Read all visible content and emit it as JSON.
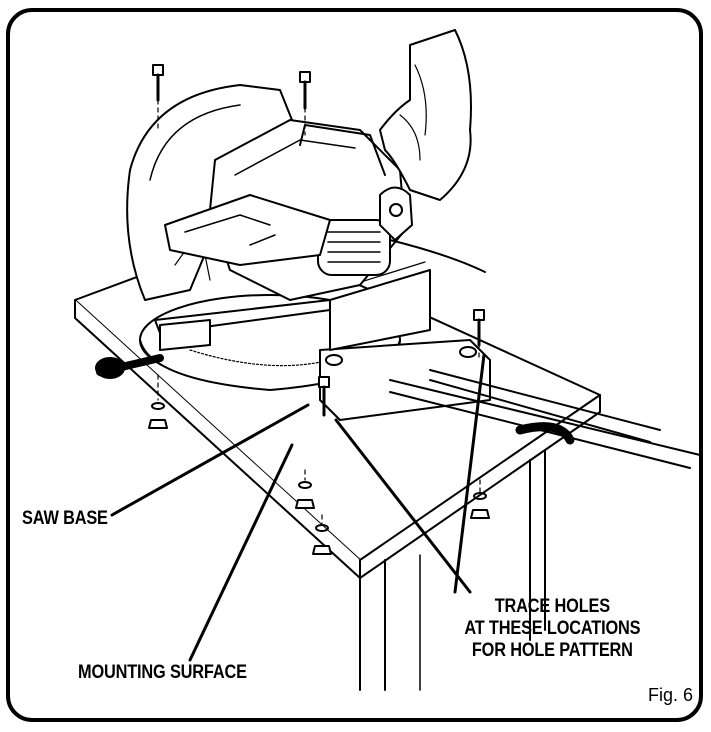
{
  "labels": {
    "saw_base": "SAW BASE",
    "mounting_surface": "MOUNTING SURFACE",
    "trace_line1": "TRACE HOLES",
    "trace_line2": "AT THESE LOCATIONS",
    "trace_line3": "FOR HOLE PATTERN"
  },
  "figure_number": "Fig. 6",
  "colors": {
    "line": "#000000",
    "background": "#ffffff"
  }
}
